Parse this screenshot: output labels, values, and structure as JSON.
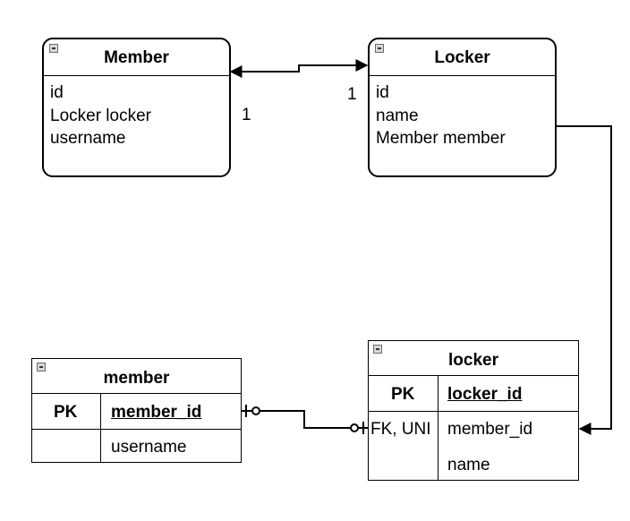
{
  "entity_member": {
    "title": "Member",
    "fields": [
      "id",
      "Locker locker",
      "username"
    ]
  },
  "entity_locker": {
    "title": "Locker",
    "fields": [
      "id",
      "name",
      "Member member"
    ]
  },
  "multiplicity": {
    "member_side": "1",
    "locker_side": "1"
  },
  "table_member": {
    "title": "member",
    "pk_label": "PK",
    "pk_column": "member_id",
    "columns": [
      "username"
    ]
  },
  "table_locker": {
    "title": "locker",
    "pk_label": "PK",
    "pk_column": "locker_id",
    "fk_label": "FK, UNI",
    "fk_column": "member_id",
    "columns": [
      "name"
    ]
  }
}
